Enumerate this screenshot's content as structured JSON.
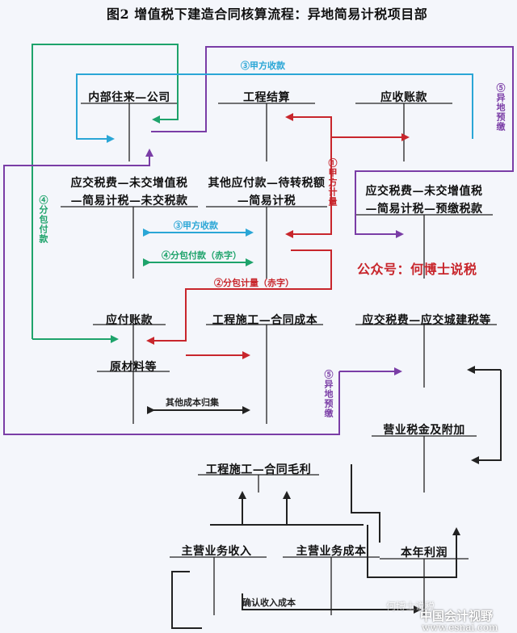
{
  "title": "图2  增值税下建造合同核算流程：异地简易计税项目部",
  "accounts": {
    "internal": "内部往来—公司",
    "settlement": "工程结算",
    "receivable": "应收账款",
    "vat_unpaid_1": "应交税费—未交增值税",
    "vat_unpaid_2": "—简易计税—未交税款",
    "other_payable_1": "其他应付款—待转税额",
    "other_payable_2": "—简易计税",
    "vat_prepaid_1": "应交税费—未交增值税",
    "vat_prepaid_2": "—简易计税—预缴税款",
    "payable": "应付账款",
    "contract_cost": "工程施工—合同成本",
    "urban_tax": "应交税费—应交城建税等",
    "materials": "原材料等",
    "business_tax": "营业税金及附加",
    "gross_profit": "工程施工—合同毛利",
    "main_income": "主营业务收入",
    "main_cost": "主营业务成本",
    "profit": "本年利润"
  },
  "labels": {
    "owner_receipt_top": "③甲方收款",
    "owner_measure": "①甲方计量",
    "remote_prepay_right": "⑤异地预缴",
    "sub_payment_left": "④分包付款",
    "owner_receipt_mid": "③甲方收款",
    "sub_payment_red": "④分包付款（赤字）",
    "sub_measure_red": "②分包计量（赤字）",
    "remote_prepay_mid": "⑤异地预缴",
    "other_cost": "其他成本归集",
    "confirm": "确认收入成本",
    "brand": "公众号：何博士说税"
  },
  "watermark": {
    "line1": "中国会计视野",
    "line2": "www.esnai.com",
    "blurred": "何博士说税"
  },
  "colors": {
    "green": "#1ea36b",
    "purple": "#7a3da6",
    "blue": "#2aa6d6",
    "red": "#c8262c",
    "black": "#222222"
  }
}
